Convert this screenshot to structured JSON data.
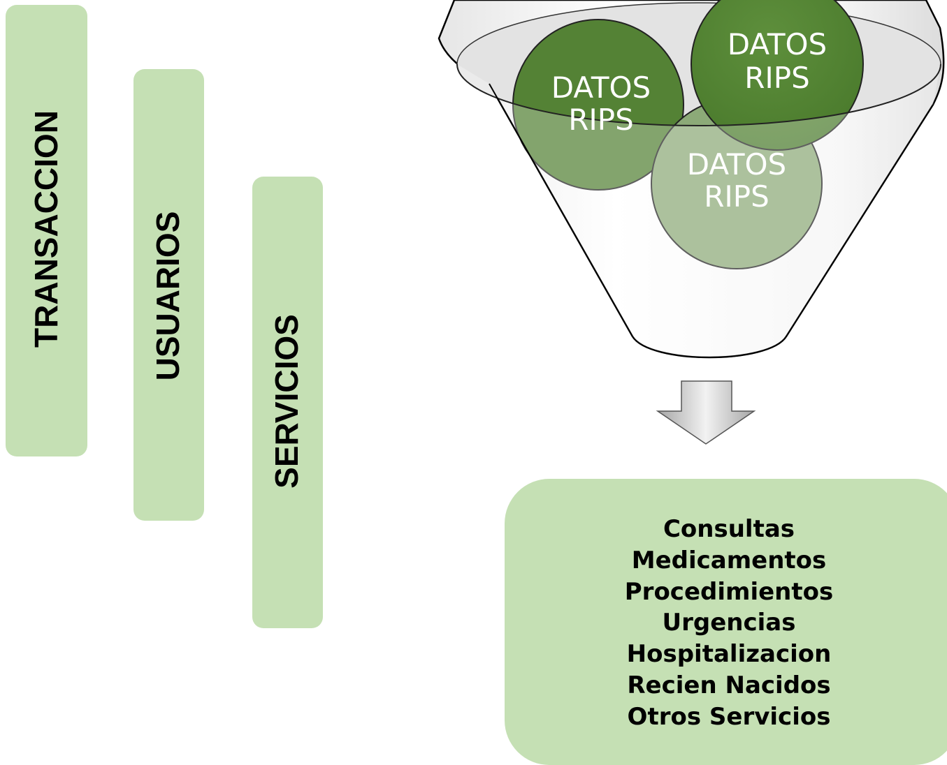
{
  "categories": [
    {
      "label": "TRANSACCION"
    },
    {
      "label": "USUARIOS"
    },
    {
      "label": "SERVICIOS"
    }
  ],
  "funnel": {
    "circles": [
      {
        "line1": "DATOS",
        "line2": "RIPS"
      },
      {
        "line1": "DATOS",
        "line2": "RIPS"
      },
      {
        "line1": "DATOS",
        "line2": "RIPS"
      }
    ]
  },
  "results": [
    "Consultas",
    "Medicamentos",
    "Procedimientos",
    "Urgencias",
    "Hospitalizacion",
    "Recien Nacidos",
    "Otros Servicios"
  ],
  "colors": {
    "bar_fill": "#c5e0b4",
    "circle_dark": "#548235",
    "circle_light": "#8caa78"
  }
}
